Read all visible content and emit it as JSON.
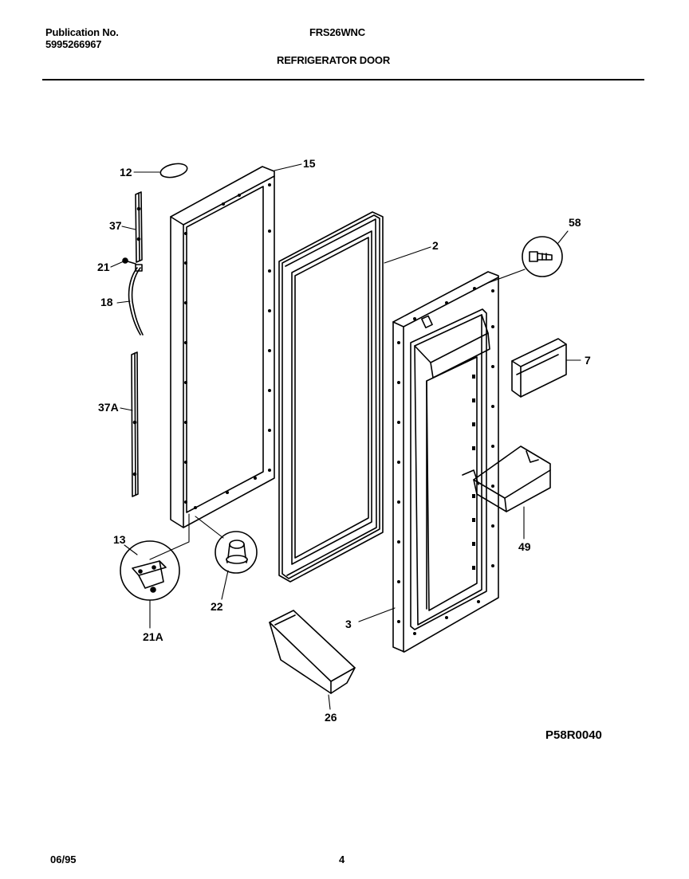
{
  "header": {
    "publication_label": "Publication No.",
    "publication_number": "5995266967",
    "model": "FRS26WNC",
    "section_title": "REFRIGERATOR DOOR"
  },
  "callouts": {
    "c12": "12",
    "c15": "15",
    "c37": "37",
    "c21": "21",
    "c18": "18",
    "c37a": "37A",
    "c2": "2",
    "c58": "58",
    "c7": "7",
    "c49": "49",
    "c13": "13",
    "c22": "22",
    "c21a": "21A",
    "c3": "3",
    "c26": "26"
  },
  "figure_code": "P58R0040",
  "footer": {
    "date": "06/95",
    "page": "4"
  }
}
